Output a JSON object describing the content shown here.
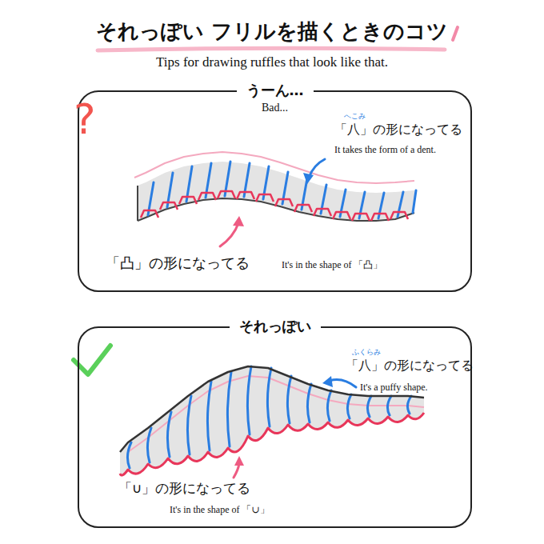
{
  "diagram": {
    "title": "それっぽい フリルを描くときのコツ",
    "nodes": [
      {
        "text": [
          "うーん…",
          "Bad..."
        ]
      },
      {
        "text": [
          "それっぽい"
        ]
      }
    ],
    "labels": [
      "Tips for drawing ruffles that look like that.",
      "?",
      "へこみ",
      "「八」の形になってる",
      "It takes the form of a dent.",
      "「凸」の形になってる",
      "It's in the shape of 「凸」",
      "ふくらみ",
      "「八」の形になってる",
      "It's a puffy shape.",
      "「∪」の形になってる",
      "It's in the shape of 「∪」"
    ]
  }
}
